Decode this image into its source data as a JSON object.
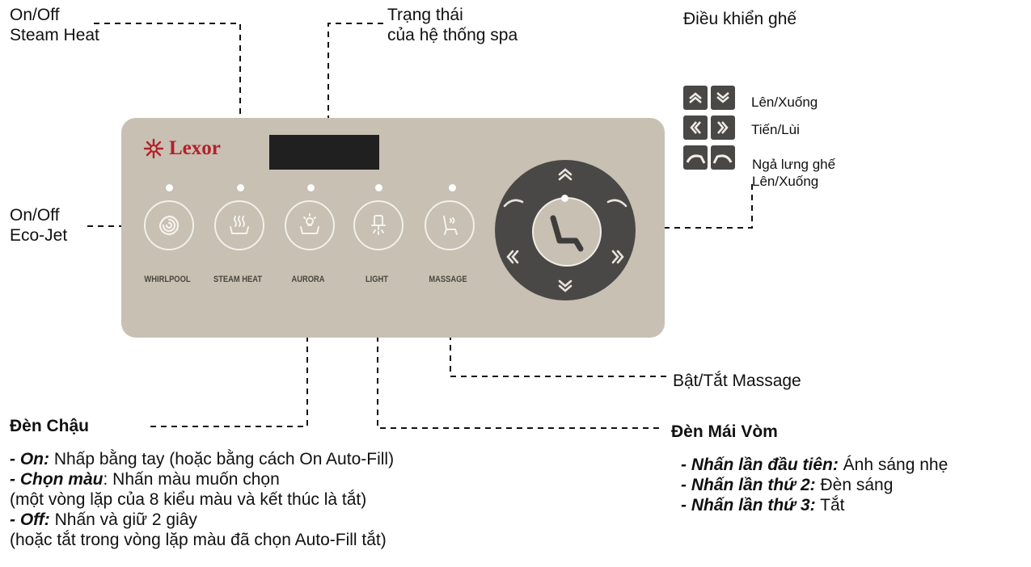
{
  "labels": {
    "steam_heat_line1": "On/Off",
    "steam_heat_line2": "Steam Heat",
    "status_line1": "Trạng thái",
    "status_line2": "của hệ thống spa",
    "chair_title": "Điều khiển ghế",
    "eco_jet_line1": "On/Off",
    "eco_jet_line2": "Eco-Jet",
    "massage_toggle": "Bật/Tắt Massage"
  },
  "chair_controls": [
    {
      "label": "Lên/Xuống",
      "icons": [
        "chevron-up-icon",
        "chevron-down-icon"
      ]
    },
    {
      "label": "Tiến/Lùi",
      "icons": [
        "chevron-left-icon",
        "chevron-right-icon"
      ]
    },
    {
      "label": "Ngả lưng ghế",
      "label2": "Lên/Xuống",
      "icons": [
        "recline-left-icon",
        "recline-right-icon"
      ]
    }
  ],
  "panel": {
    "brand": "Lexor",
    "buttons": [
      {
        "caption": "WHIRLPOOL",
        "icon": "whirlpool-icon"
      },
      {
        "caption": "STEAM HEAT",
        "icon": "steam-heat-icon"
      },
      {
        "caption": "AURORA",
        "icon": "aurora-icon"
      },
      {
        "caption": "LIGHT",
        "icon": "light-icon"
      },
      {
        "caption": "MASSAGE",
        "icon": "massage-icon"
      }
    ]
  },
  "den_chau": {
    "title": "Đèn Chậu",
    "lines": [
      {
        "key": "- On:",
        "text": " Nhấp bằng tay (hoặc bằng cách On Auto-Fill)"
      },
      {
        "key": "- Chọn màu",
        "text": ": Nhấn màu muốn chọn"
      },
      {
        "key": "",
        "text": "(một vòng lặp của 8 kiểu màu và kết thúc là tắt)"
      },
      {
        "key": "- Off:",
        "text": " Nhấn và giữ 2 giây"
      },
      {
        "key": "",
        "text": "(hoặc tắt trong vòng lặp màu đã chọn Auto-Fill tắt)"
      }
    ]
  },
  "den_mai_vom": {
    "title": "Đèn Mái Vòm",
    "lines": [
      {
        "key": "- Nhấn lần đầu tiên:",
        "text": " Ánh sáng nhẹ"
      },
      {
        "key": "- Nhấn lần thứ 2:",
        "text": " Đèn sáng"
      },
      {
        "key": "- Nhấn lần thứ 3:",
        "text": " Tắt"
      }
    ]
  },
  "colors": {
    "panel": "#c7c0b3",
    "pad": "#4a4846",
    "display": "#202020",
    "brand": "#b4202a"
  }
}
